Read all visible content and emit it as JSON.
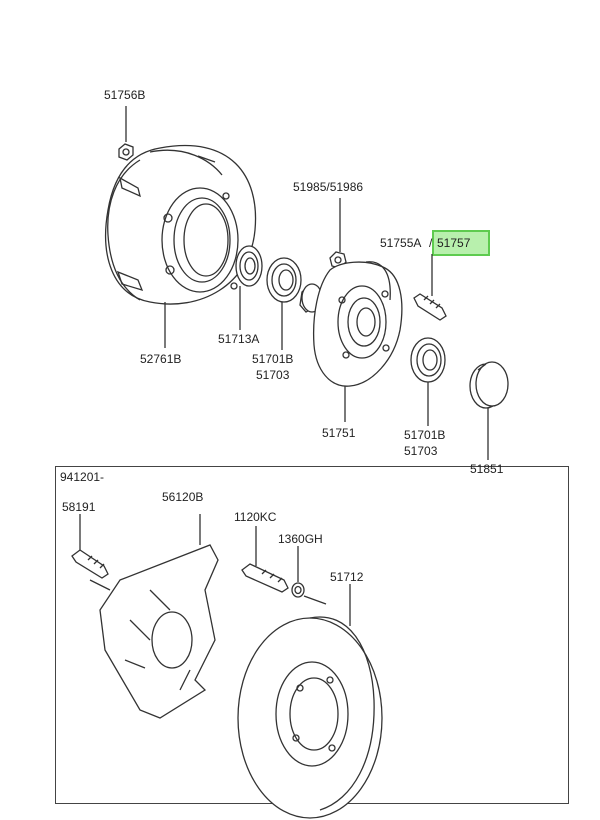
{
  "labels": {
    "p51756b": "51756B",
    "p52761b": "52761B",
    "p51713a": "51713A",
    "p51701b_a": "51701B",
    "p51703_a": "51703",
    "p51985": "51985/51986",
    "p51755a": "51755A",
    "p51757": "51757",
    "p51751": "51751",
    "p51701b_b": "51701B",
    "p51703_b": "51703",
    "p51851": "51851",
    "inset_date": "941201-",
    "p58191": "58191",
    "p56120b": "56120B",
    "p1120kc": "1120KC",
    "p1360gh": "1360GH",
    "p51712": "51712"
  },
  "highlight_color": "#b8f0ad",
  "highlight_border": "#5ecb4f",
  "line_color": "#333333"
}
